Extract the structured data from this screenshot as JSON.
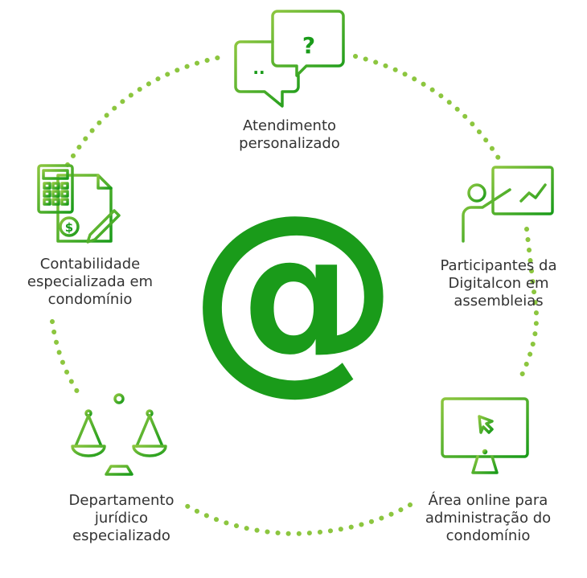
{
  "colors": {
    "green_dark": "#1a9b1a",
    "green_mid": "#3aae2a",
    "green_light": "#8cc63f",
    "dots": "#8cc63f",
    "text": "#333333"
  },
  "center_symbol": "@",
  "items": [
    {
      "icon": "chat-bubbles-question-icon",
      "lines": [
        "Atendimento",
        "personalizado"
      ]
    },
    {
      "icon": "presentation-chart-icon",
      "lines": [
        "Participantes da",
        "Digitalcon em",
        "assembleias"
      ]
    },
    {
      "icon": "computer-monitor-cursor-icon",
      "lines": [
        "Área online para",
        "administração do",
        "condomínio"
      ]
    },
    {
      "icon": "scales-of-justice-icon",
      "lines": [
        "Departamento",
        "jurídico",
        "especializado"
      ]
    },
    {
      "icon": "calculator-document-icon",
      "lines": [
        "Contabilidade",
        "especializada em",
        "condomínio"
      ]
    }
  ]
}
